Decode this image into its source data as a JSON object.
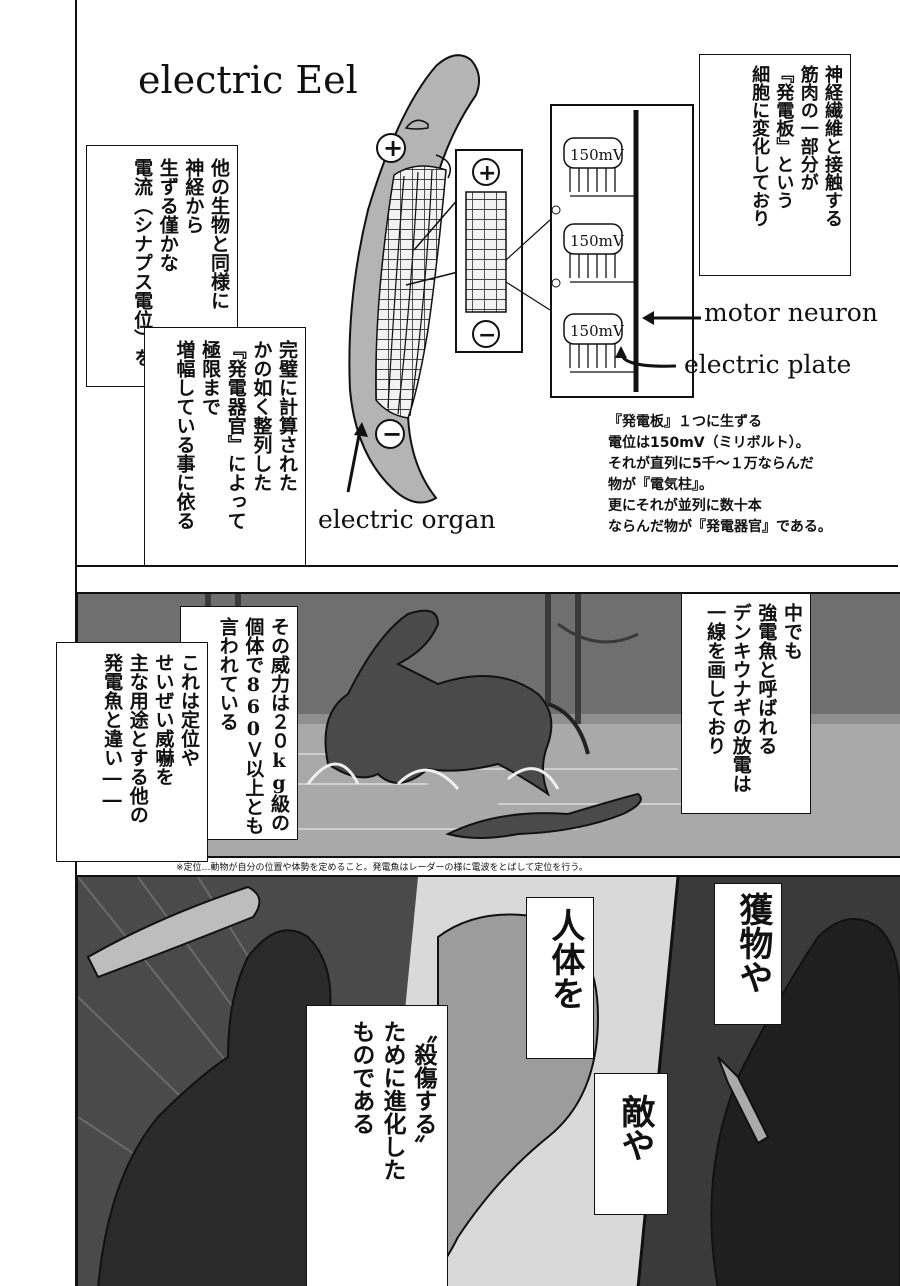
{
  "diagram": {
    "title": "electric Eel",
    "labels": {
      "motor_neuron": "motor neuron",
      "electric_plate": "electric plate",
      "electric_organ": "electric organ"
    },
    "plate_voltages": [
      "150mV",
      "150mV",
      "150mV"
    ],
    "symbols": {
      "plus": "+",
      "minus": "−"
    }
  },
  "captions": {
    "top_right": "神経繊維と接触する\n筋肉の一部分が\n『発電板』という\n細胞に変化しており",
    "left_outer": "他の生物と同様に\n神経から\n生ずる僅かな\n電流（シナプス電位）を",
    "left_inner": "完璧に計算された\nかの如く整列した\n『発電器官』によって\n極限まで\n増幅している事に依る",
    "info_lines": [
      "『発電板』１つに生ずる",
      "電位は150mV（ミリボルト）。",
      "それが直列に5千〜１万ならんだ",
      "物が『電気柱』。",
      "更にそれが並列に数十本",
      "ならんだ物が『発電器官』である。"
    ]
  },
  "panel2": {
    "right": "中でも\n強電魚と呼ばれる\nデンキウナギの放電は\n一線を画しており",
    "middle": "その威力は２０kg級の\n個体で860Ｖ以上とも\n言われている",
    "left": "これは定位や\nせいぜい威嚇を\n主な用途とする他の\n発電魚と違い――",
    "footnote": "※定位…動物が自分の位置や体勢を定めること。発電魚はレーダーの様に電波をとばして定位を行う。"
  },
  "panel3": {
    "prey": "獲物や",
    "enemy": "敵や",
    "human": "人体を",
    "main": "〝殺傷する〟\nために進化した\nものである"
  },
  "colors": {
    "ink": "#111111",
    "eel_body": "#b4b4b4",
    "screentone_dark": "#3a3a3a",
    "screentone_light": "#8a8a8a"
  }
}
